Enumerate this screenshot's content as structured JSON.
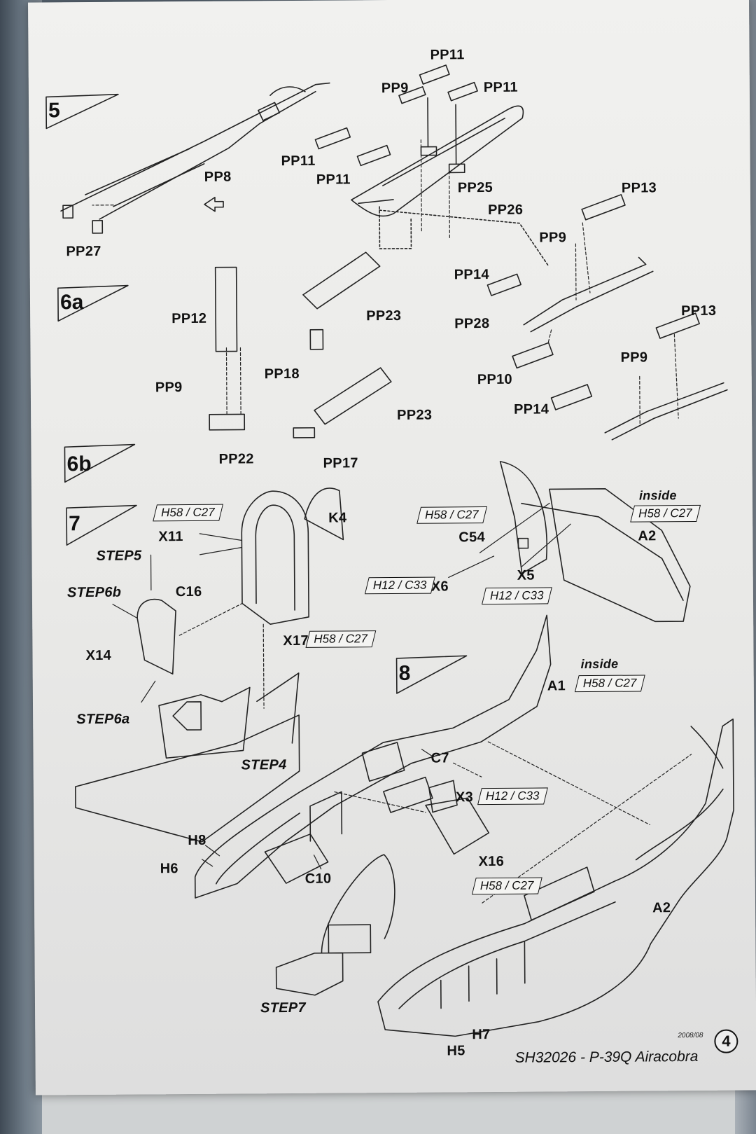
{
  "steps": {
    "s5": "5",
    "s6a": "6a",
    "s6b": "6b",
    "s7": "7",
    "s8": "8"
  },
  "labels": {
    "pp8": "PP8",
    "pp27": "PP27",
    "pp9_a": "PP9",
    "pp11_a": "PP11",
    "pp11_b": "PP11",
    "pp11_c": "PP11",
    "pp11_d": "PP11",
    "pp25": "PP25",
    "pp26": "PP26",
    "pp13_a": "PP13",
    "pp9_b": "PP9",
    "pp14_a": "PP14",
    "pp28": "PP28",
    "pp10": "PP10",
    "pp13_b": "PP13",
    "pp9_c": "PP9",
    "pp14_b": "PP14",
    "pp12": "PP12",
    "pp9_d": "PP9",
    "pp22": "PP22",
    "pp23_a": "PP23",
    "pp18": "PP18",
    "pp23_b": "PP23",
    "pp17": "PP17",
    "k4": "K4",
    "x11": "X11",
    "step5": "STEP5",
    "step6b": "STEP6b",
    "c16": "C16",
    "x14": "X14",
    "x17": "X17",
    "step6a": "STEP6a",
    "step4": "STEP4",
    "c54": "C54",
    "x6": "X6",
    "x5": "X5",
    "a2_top": "A2",
    "inside_a": "inside",
    "a1": "A1",
    "inside_b": "inside",
    "c7": "C7",
    "x3": "X3",
    "h8": "H8",
    "h6": "H6",
    "c10": "C10",
    "x16": "X16",
    "a2_bottom": "A2",
    "step7": "STEP7",
    "h7": "H7",
    "h5": "H5"
  },
  "codes": {
    "c_h58_1": "H58 / C27",
    "c_h58_2": "H58 / C27",
    "c_h58_3": "H58 / C27",
    "c_h12_1": "H12 / C33",
    "c_h12_2": "H12 / C33",
    "c_h58_4": "H58 / C27",
    "c_h58_5": "H58 / C27",
    "c_h12_3": "H12 / C33",
    "c_h58_6": "H58 / C27"
  },
  "footer": {
    "date": "2008/08",
    "title": "SH32026 - P-39Q Airacobra",
    "page": "4"
  }
}
